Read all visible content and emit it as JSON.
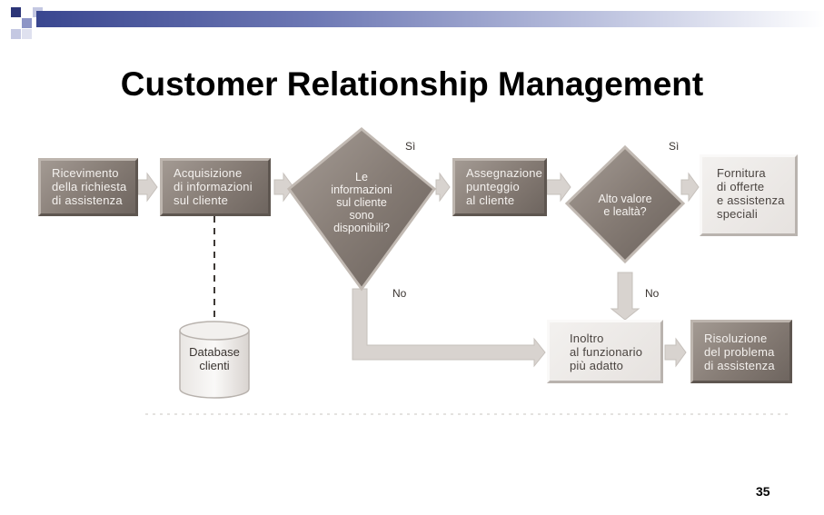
{
  "slide": {
    "title": "Customer Relationship Management",
    "page_number": "35"
  },
  "diagram": {
    "nodes": {
      "ricevimento": [
        "Ricevimento",
        "della richiesta",
        "di assistenza"
      ],
      "acquisizione": [
        "Acquisizione",
        "di informazioni",
        "sul cliente"
      ],
      "decisione_info": [
        "Le",
        "informazioni",
        "sul cliente",
        "sono",
        "disponibili?"
      ],
      "assegnazione": [
        "Assegnazione",
        "punteggio",
        "al cliente"
      ],
      "decisione_valore": [
        "Alto valore",
        "e lealtà?"
      ],
      "fornitura": [
        "Fornitura",
        "di offerte",
        "e assistenza",
        "speciali"
      ],
      "database": [
        "Database",
        "clienti"
      ],
      "inoltro": [
        "Inoltro",
        "al funzionario",
        "più adatto"
      ],
      "risoluzione": [
        "Risoluzione",
        "del problema",
        "di assistenza"
      ]
    },
    "edge_labels": {
      "si_1": "Sì",
      "si_2": "Sì",
      "no_1": "No",
      "no_2": "No"
    },
    "colors": {
      "dark_node": "#857b74",
      "light_node": "#e6e2df",
      "arrow": "#d8d3cf"
    }
  }
}
